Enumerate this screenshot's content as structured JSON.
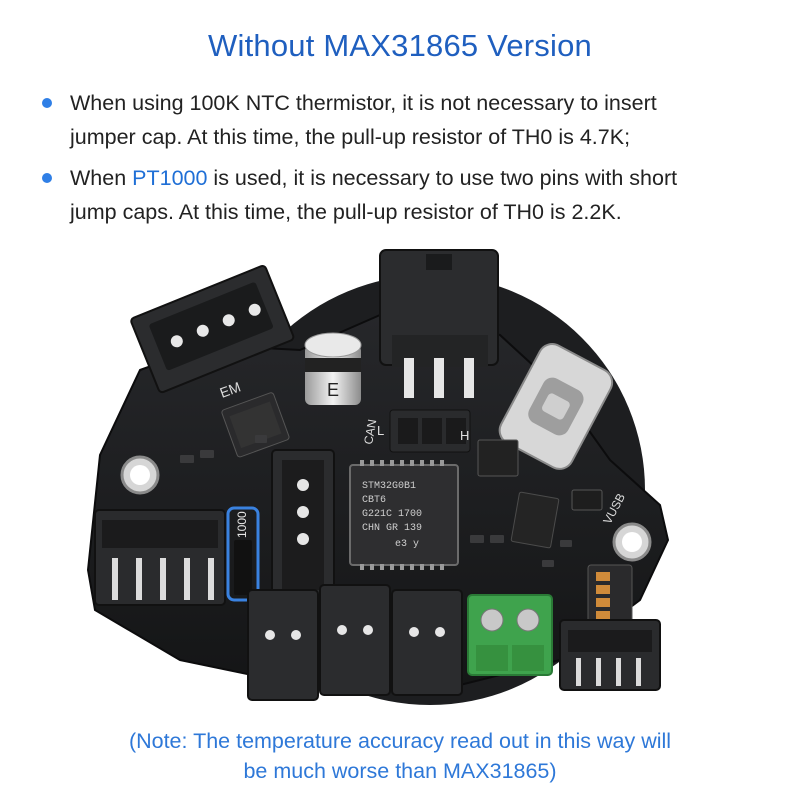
{
  "title": "Without MAX31865 Version",
  "bullets": [
    {
      "line1": "When using 100K NTC thermistor, it is not necessary to insert",
      "line2": "jumper cap. At this time, the pull-up resistor of TH0 is 4.7K;"
    },
    {
      "line1_pre": "When ",
      "line1_highlight": "PT1000",
      "line1_post": " is used, it is necessary to use two pins with short",
      "line2": "jump caps. At this time, the pull-up resistor of TH0 is 2.2K."
    }
  ],
  "board": {
    "silkscreen": {
      "em": "EM",
      "can": "CAN",
      "l": "L",
      "h": "H",
      "vusb": "VUSB",
      "pt1000": "1000",
      "cap": "E",
      "chip_lines": [
        "STM32G0B1",
        "CBT6",
        "G221C 1700",
        "CHN GR 139",
        "e3 y"
      ]
    },
    "colors": {
      "pcb": "#1b1c1e",
      "connector": "#2a2b2d",
      "terminal": "#3fa34d",
      "highlight": "#3a82e0"
    }
  },
  "note": {
    "line1": "(Note: The temperature accuracy read out in this way will",
    "line2": "be much worse than MAX31865)"
  }
}
